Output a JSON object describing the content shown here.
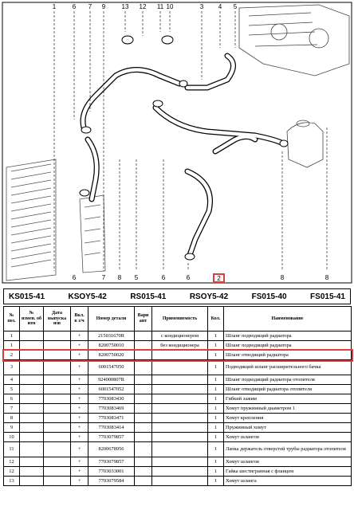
{
  "diagram": {
    "callouts_top": [
      "1",
      "6",
      "7",
      "9",
      "13",
      "12",
      "11",
      "10",
      "3",
      "4",
      "5"
    ],
    "callouts_bottom": [
      "6",
      "7",
      "8",
      "5",
      "6",
      "6",
      "8",
      "8"
    ],
    "highlighted_callout": "2"
  },
  "codes": [
    "KS015-41",
    "KSOY5-42",
    "RS015-41",
    "RSOY5-42",
    "FS015-40",
    "FS015-41"
  ],
  "table": {
    "headers": [
      "№ поз.",
      "№ измен. об изм",
      "Дата выпуска изв",
      "Вкл. в з/ч",
      "Номер детали",
      "Вари ант",
      "Применяемость",
      "Кол.",
      "Наименование"
    ],
    "rows": [
      {
        "pos": "1",
        "mark": "+",
        "part": "215031670R",
        "apply": "с кондиционером",
        "qty": "1",
        "name": "Шланг подводящий радиатора"
      },
      {
        "pos": "1",
        "mark": "+",
        "part": "8200750010",
        "apply": "без кондиционера",
        "qty": "1",
        "name": "Шланг подводящий радиатора"
      },
      {
        "pos": "2",
        "mark": "+",
        "part": "8200750020",
        "apply": "",
        "qty": "1",
        "name": "Шланг отводящий радиатора"
      },
      {
        "pos": "3",
        "mark": "+",
        "part": "6001547050",
        "apply": "",
        "qty": "1",
        "name": "Подводящий шланг расширительного бачка"
      },
      {
        "pos": "4",
        "mark": "+",
        "part": "924000807R",
        "apply": "",
        "qty": "1",
        "name": "Шланг подводящий радиатора отопителя"
      },
      {
        "pos": "5",
        "mark": "+",
        "part": "6001547052",
        "apply": "",
        "qty": "1",
        "name": "Шланг отводящий радиатора отопителя"
      },
      {
        "pos": "6",
        "mark": "+",
        "part": "7703083430",
        "apply": "",
        "qty": "1",
        "name": "Гибкий зажим"
      },
      {
        "pos": "7",
        "mark": "+",
        "part": "7703083469",
        "apply": "",
        "qty": "1",
        "name": "Хомут пружинный диаметром 1"
      },
      {
        "pos": "8",
        "mark": "+",
        "part": "7703083471",
        "apply": "",
        "qty": "1",
        "name": "Хомут крепления"
      },
      {
        "pos": "9",
        "mark": "+",
        "part": "7703083414",
        "apply": "",
        "qty": "1",
        "name": "Пружинный хомут"
      },
      {
        "pos": "10",
        "mark": "+",
        "part": "7703079857",
        "apply": "",
        "qty": "1",
        "name": "Хомут шлангов"
      },
      {
        "pos": "11",
        "mark": "+",
        "part": "8200678956",
        "apply": "",
        "qty": "1",
        "name": "Лапка держатель отверстей трубы радиатора отопителя"
      },
      {
        "pos": "12",
        "mark": "+",
        "part": "7703079857",
        "apply": "",
        "qty": "1",
        "name": "Хомут шлангов"
      },
      {
        "pos": "12",
        "mark": "+",
        "part": "7703033001",
        "apply": "",
        "qty": "1",
        "name": "Гайка шестигранная с фланцем"
      },
      {
        "pos": "13",
        "mark": "+",
        "part": "7703079584",
        "apply": "",
        "qty": "1",
        "name": "Хомут шланга"
      }
    ]
  },
  "colors": {
    "highlight": "#e23b3b",
    "line": "#000000"
  }
}
